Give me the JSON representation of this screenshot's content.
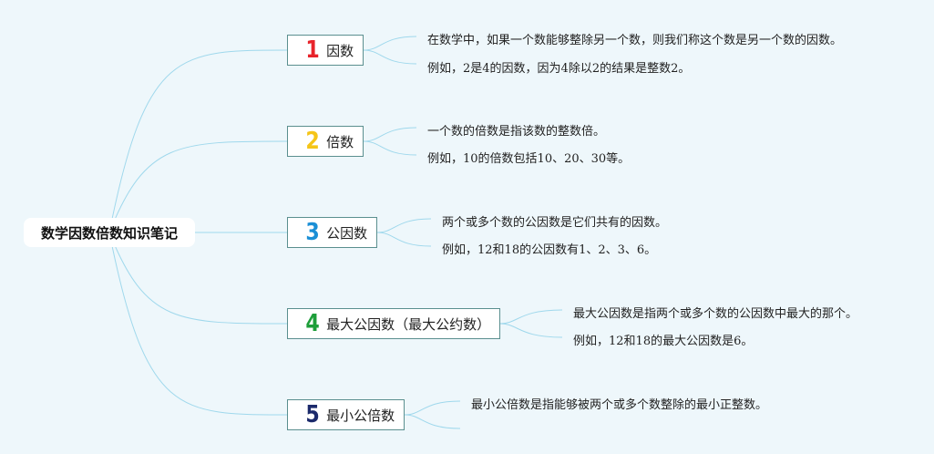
{
  "root": {
    "title": "数学因数倍数知识笔记"
  },
  "topics": [
    {
      "number": "1",
      "label": "因数",
      "color": "#e8232a",
      "notes": [
        "在数学中，如果一个数能够整除另一个数，则我们称这个数是另一个数的因数。",
        "例如，2是4的因数，因为4除以2的结果是整数2。"
      ]
    },
    {
      "number": "2",
      "label": "倍数",
      "color": "#f5c518",
      "notes": [
        "一个数的倍数是指该数的整数倍。",
        "例如，10的倍数包括10、20、30等。"
      ]
    },
    {
      "number": "3",
      "label": "公因数",
      "color": "#1b8fd6",
      "notes": [
        "两个或多个数的公因数是它们共有的因数。",
        "例如，12和18的公因数有1、2、3、6。"
      ]
    },
    {
      "number": "4",
      "label": "最大公因数（最大公约数）",
      "color": "#1e9e3a",
      "notes": [
        "最大公因数是指两个或多个数的公因数中最大的那个。",
        "例如，12和18的最大公因数是6。"
      ]
    },
    {
      "number": "5",
      "label": "最小公倍数",
      "color": "#1c2a6b",
      "notes": [
        "最小公倍数是指能够被两个或多个数整除的最小正整数。",
        ""
      ]
    }
  ],
  "colors": {
    "background": "#eef7fb",
    "connector": "#9fd8ec",
    "topic_border": "#5a8f8f"
  }
}
